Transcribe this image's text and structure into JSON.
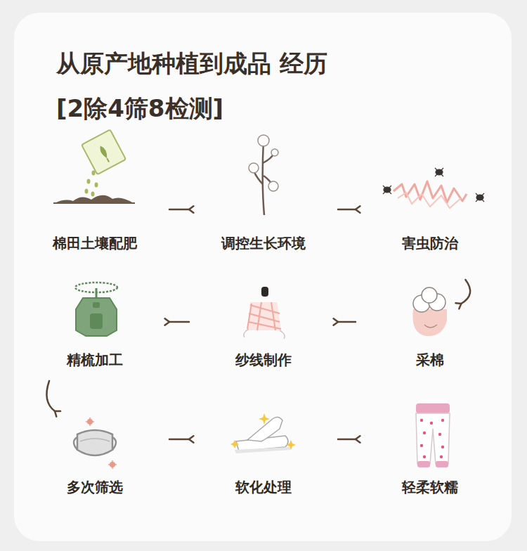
{
  "diagram": {
    "title": "从原产地种植到成品 经历[2除4筛8检测]",
    "nodes": [
      {
        "text": [
          "棉田土壤配肥"
        ]
      },
      {
        "text": [
          "调控生长环境"
        ]
      },
      {
        "text": [
          "害虫防治"
        ]
      },
      {
        "text": [
          "采棉"
        ]
      },
      {
        "text": [
          "纱线制作"
        ]
      },
      {
        "text": [
          "精梳加工"
        ]
      },
      {
        "text": [
          "多次筛选"
        ]
      },
      {
        "text": [
          "软化处理"
        ]
      },
      {
        "text": [
          "轻柔软糯"
        ]
      }
    ],
    "edges": [
      {
        "from": 0,
        "to": 1,
        "arrow": "to"
      },
      {
        "from": 1,
        "to": 2,
        "arrow": "to"
      },
      {
        "from": 2,
        "to": 3,
        "arrow": "to"
      },
      {
        "from": 3,
        "to": 4,
        "arrow": "to"
      },
      {
        "from": 4,
        "to": 5,
        "arrow": "to"
      },
      {
        "from": 5,
        "to": 6,
        "arrow": "to"
      },
      {
        "from": 6,
        "to": 7,
        "arrow": "to"
      },
      {
        "from": 7,
        "to": 8,
        "arrow": "to"
      }
    ]
  }
}
